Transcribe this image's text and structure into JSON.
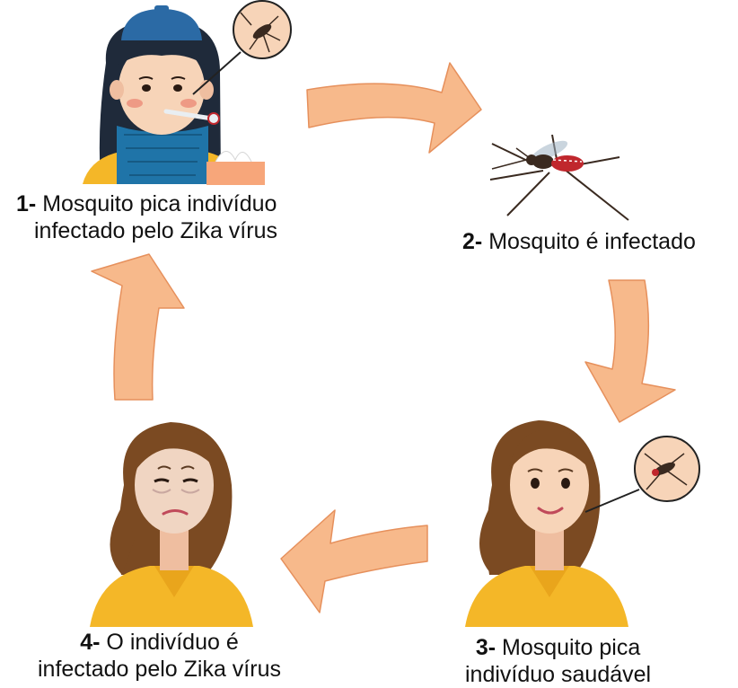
{
  "colors": {
    "arrow_fill": "#f7b98b",
    "arrow_stroke": "#e6905c",
    "skin": "#f7d4b8",
    "skin_shadow": "#efbea0",
    "hair_brown": "#7b4a22",
    "hair_dark": "#1f2a3a",
    "shirt_yellow": "#f4b728",
    "scarf_blue": "#1f74a8",
    "hat_blue": "#2b6aa5",
    "mosquito_body": "#3a2a20",
    "blood": "#c0272d",
    "text": "#111111"
  },
  "steps": [
    {
      "number": "1-",
      "line1": "Mosquito pica indivíduo",
      "line2": "infectado pelo Zika vírus",
      "image": "sick-girl-icon"
    },
    {
      "number": "2-",
      "line1": "Mosquito é infectado",
      "line2": "",
      "image": "mosquito-icon"
    },
    {
      "number": "3-",
      "line1": "Mosquito pica",
      "line2": "indivíduo saudável",
      "image": "healthy-woman-icon"
    },
    {
      "number": "4-",
      "line1": "O indivíduo é",
      "line2": "infectado pelo Zika vírus",
      "image": "sick-woman-icon"
    }
  ]
}
